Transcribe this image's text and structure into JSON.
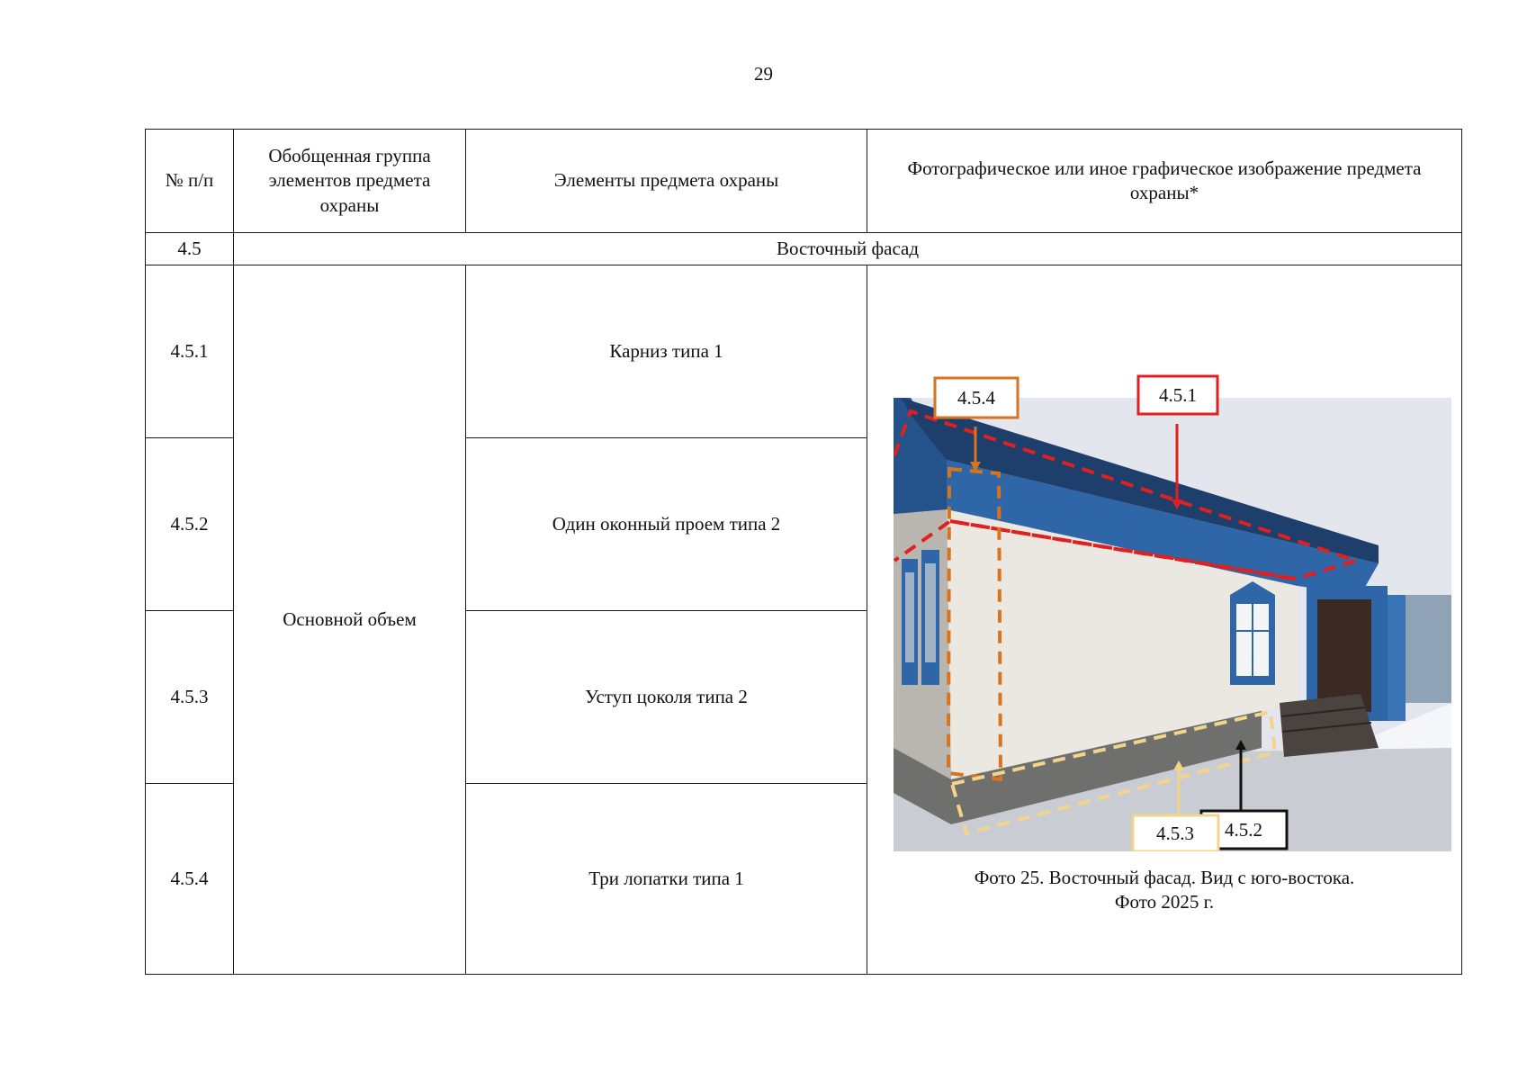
{
  "page": {
    "number": "29"
  },
  "table": {
    "headers": {
      "num": "№ п/п",
      "group": "Обобщенная группа элементов предмета охраны",
      "elements": "Элементы предмета охраны",
      "image": "Фотографическое или иное графическое изображение предмета охраны*"
    },
    "section": {
      "num": "4.5",
      "title": "Восточный фасад"
    },
    "group_name": "Основной объем",
    "rows": [
      {
        "num": "4.5.1",
        "element": "Карниз типа 1"
      },
      {
        "num": "4.5.2",
        "element": "Один оконный проем типа 2"
      },
      {
        "num": "4.5.3",
        "element": "Уступ цоколя типа 2"
      },
      {
        "num": "4.5.4",
        "element": "Три лопатки типа 1"
      }
    ]
  },
  "photo": {
    "callouts": [
      {
        "label": "4.5.4",
        "color": "#d8731f"
      },
      {
        "label": "4.5.1",
        "color": "#e02020"
      },
      {
        "label": "4.5.2",
        "color": "#111111"
      },
      {
        "label": "4.5.3",
        "color": "#f2d58a"
      }
    ],
    "caption_line1": "Фото 25. Восточный фасад. Вид с юго-востока.",
    "caption_line2": "Фото 2025 г."
  },
  "colors": {
    "wall": "#e9e6df",
    "wood": "#2f66a8",
    "sky": "#e6e9ef",
    "snow": "#f1f3f7"
  }
}
